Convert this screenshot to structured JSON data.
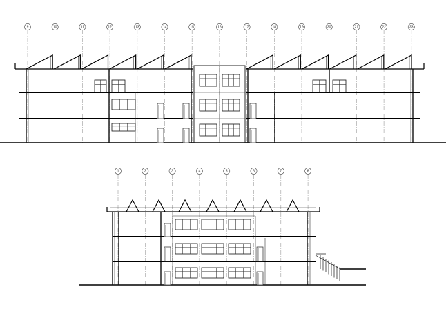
{
  "upper_elevation": {
    "grid_labels": [
      "9",
      "10",
      "11",
      "12",
      "13",
      "14",
      "15",
      "16",
      "17",
      "18",
      "19",
      "20",
      "21",
      "22",
      "23"
    ]
  },
  "lower_elevation": {
    "grid_labels": [
      "1",
      "2",
      "3",
      "4",
      "5",
      "6",
      "7",
      "8"
    ]
  }
}
